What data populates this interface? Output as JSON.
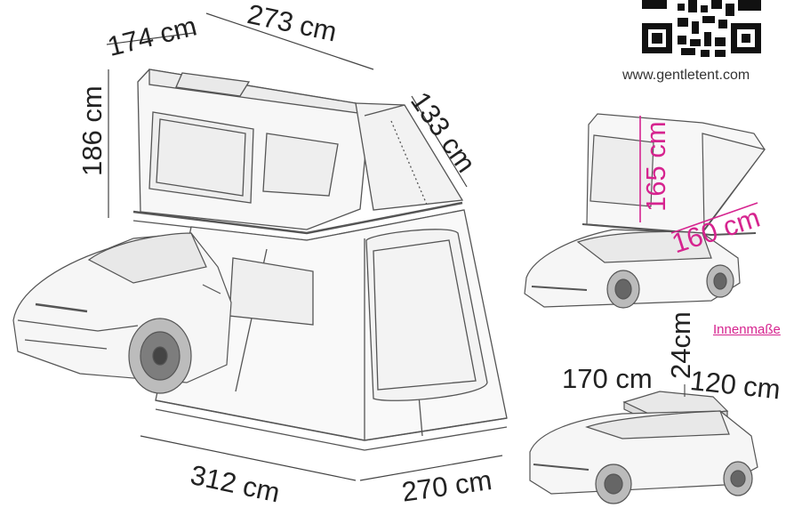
{
  "dimensions": {
    "depth_top": "174 cm",
    "length_top": "273 cm",
    "height_total": "186 cm",
    "slope_length": "133 cm",
    "annex_depth": "312 cm",
    "annex_width": "270 cm"
  },
  "interior": {
    "height": "165 cm",
    "width": "160 cm",
    "label": "Innenmaße"
  },
  "closed": {
    "length": "170 cm",
    "height": "24cm",
    "width": "120 cm"
  },
  "website": "www.gentletent.com",
  "colors": {
    "accent": "#d6248f",
    "ink": "#222222",
    "line": "#555555"
  },
  "icons": {
    "qr": "qr-code-icon"
  }
}
